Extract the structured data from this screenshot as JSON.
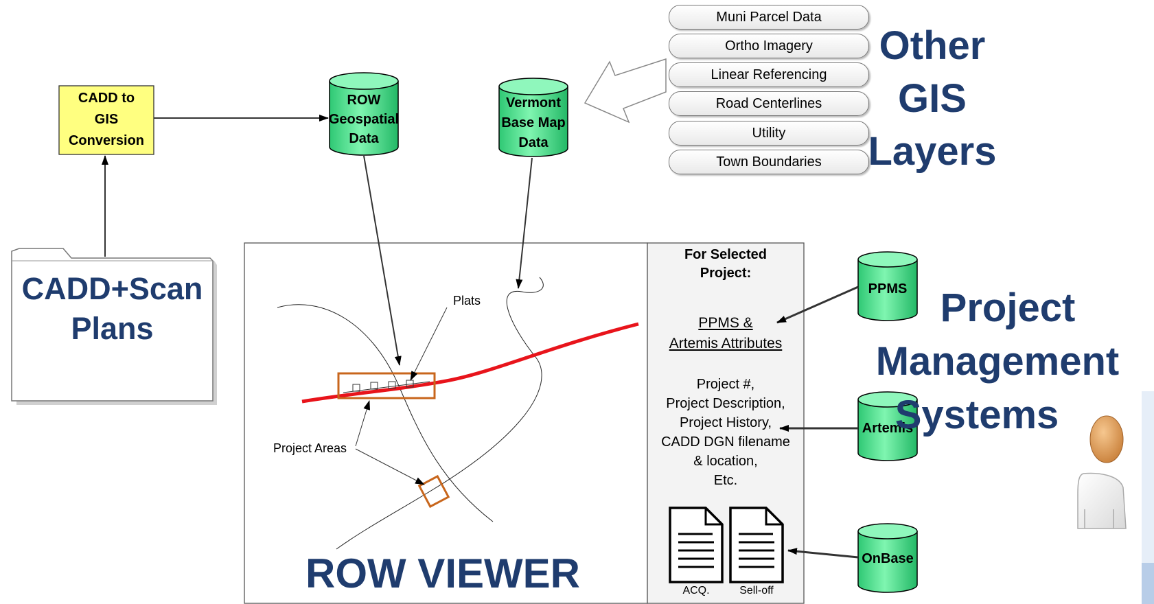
{
  "cadd_conversion": {
    "line1": "CADD to",
    "line2": "GIS",
    "line3": "Conversion"
  },
  "cadd_scan_plans": {
    "line1": "CADD+Scan",
    "line2": "Plans"
  },
  "row_geospatial": {
    "line1": "ROW",
    "line2": "Geospatial",
    "line3": "Data"
  },
  "vermont_base_map": {
    "line1": "Vermont",
    "line2": "Base Map",
    "line3": "Data"
  },
  "gis_layers": [
    "Muni Parcel Data",
    "Ortho Imagery",
    "Linear Referencing",
    "Road Centerlines",
    "Utility",
    "Town Boundaries"
  ],
  "other_gis_layers": {
    "line1": "Other",
    "line2": "GIS",
    "line3": "Layers"
  },
  "viewer": {
    "title": "ROW VIEWER",
    "plats_label": "Plats",
    "project_areas_label": "Project Areas"
  },
  "panel": {
    "header_line1": "For Selected",
    "header_line2": "Project:",
    "attr_line1": "PPMS &",
    "attr_line2": "Artemis Attributes",
    "details": [
      "Project #,",
      "Project Description,",
      "Project History,",
      "CADD DGN filename",
      "& location,",
      "Etc."
    ],
    "doc1_label": "ACQ.",
    "doc2_label": "Sell-off"
  },
  "systems": {
    "ppms": "PPMS",
    "artemis": "Artemis",
    "onbase": "OnBase"
  },
  "project_management_systems": {
    "line1": "Project",
    "line2": "Management",
    "line3": "Systems"
  },
  "colors": {
    "title_blue": "#1f3c6e",
    "cylinder_green": "#3fe08a",
    "conversion_yellow": "#ffff80",
    "route_red": "#e8141b",
    "project_box_orange": "#c8661c"
  }
}
